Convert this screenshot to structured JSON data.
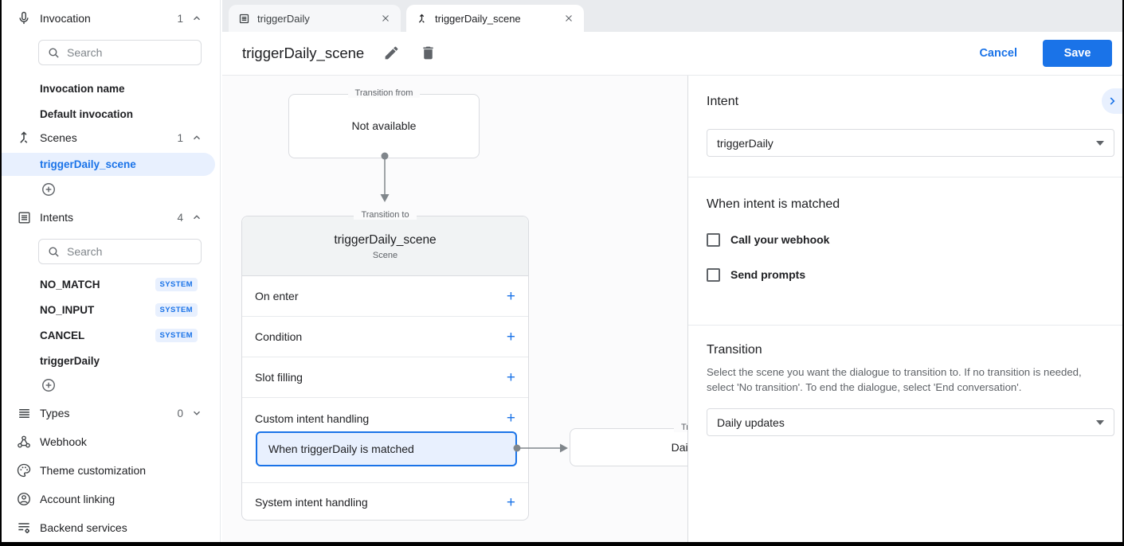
{
  "ui": {
    "plus": "+"
  },
  "sidebar": {
    "invocation": {
      "label": "Invocation",
      "count": "1",
      "search_placeholder": "Search",
      "items": [
        {
          "label": "Invocation name"
        },
        {
          "label": "Default invocation"
        }
      ]
    },
    "scenes": {
      "label": "Scenes",
      "count": "1",
      "items": [
        {
          "label": "triggerDaily_scene",
          "selected": true
        }
      ]
    },
    "intents": {
      "label": "Intents",
      "count": "4",
      "search_placeholder": "Search",
      "items": [
        {
          "label": "NO_MATCH",
          "badge": "SYSTEM"
        },
        {
          "label": "NO_INPUT",
          "badge": "SYSTEM"
        },
        {
          "label": "CANCEL",
          "badge": "SYSTEM"
        },
        {
          "label": "triggerDaily",
          "badge": ""
        }
      ]
    },
    "types": {
      "label": "Types",
      "count": "0"
    },
    "links": [
      {
        "label": "Webhook"
      },
      {
        "label": "Theme customization"
      },
      {
        "label": "Account linking"
      },
      {
        "label": "Backend services"
      }
    ]
  },
  "tabs": [
    {
      "label": "triggerDaily"
    },
    {
      "label": "triggerDaily_scene",
      "active": true
    }
  ],
  "header": {
    "title": "triggerDaily_scene",
    "cancel_label": "Cancel",
    "save_label": "Save"
  },
  "canvas": {
    "transition_from": {
      "legend": "Transition from",
      "text": "Not available"
    },
    "scene_card": {
      "legend": "Transition to",
      "title": "triggerDaily_scene",
      "subtitle": "Scene",
      "rows": [
        "On enter",
        "Condition",
        "Slot filling",
        "Custom intent handling",
        "System intent handling"
      ],
      "handler": "When triggerDaily is matched"
    },
    "target_card": {
      "legend": "Transition to",
      "text": "Daily updates"
    }
  },
  "panel": {
    "intent_heading": "Intent",
    "intent_value": "triggerDaily",
    "matched_heading": "When intent is matched",
    "checkboxes": [
      {
        "label": "Call your webhook"
      },
      {
        "label": "Send prompts"
      }
    ],
    "transition_heading": "Transition",
    "transition_description": "Select the scene you want the dialogue to transition to. If no transition is needed, select 'No transition'. To end the dialogue, select 'End conversation'.",
    "transition_value": "Daily updates"
  },
  "colors": {
    "accent": "#1a73e8",
    "selection_bg": "#e8f0fe",
    "border": "#dadce0",
    "text": "#202124",
    "muted": "#5f6368"
  }
}
